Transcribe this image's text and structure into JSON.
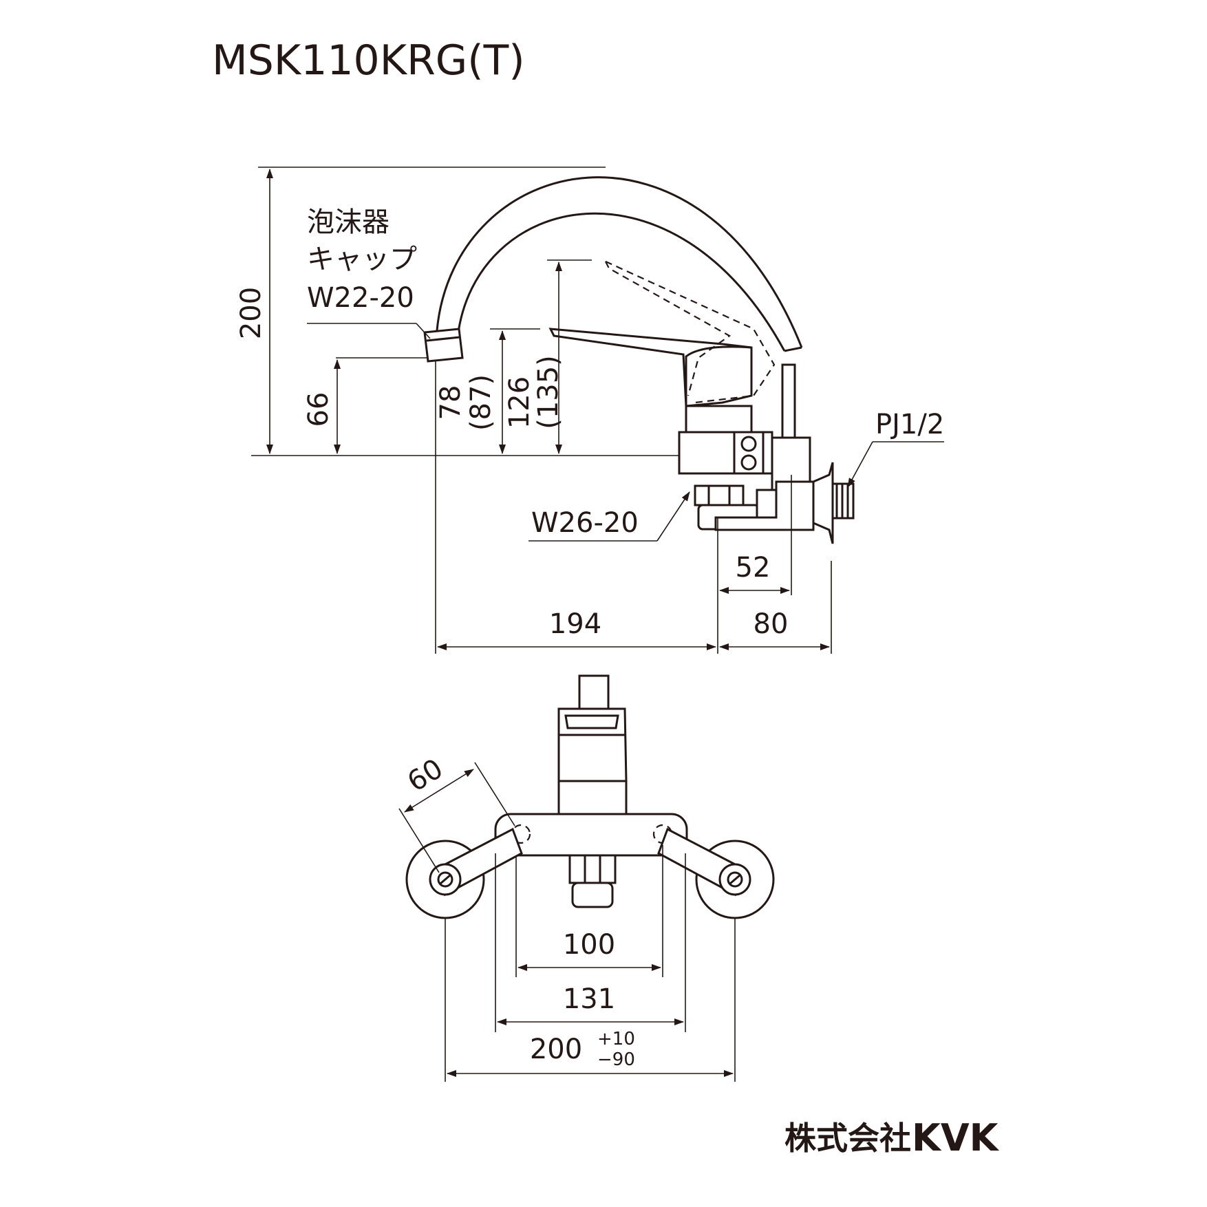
{
  "model": "MSK110KRG(T)",
  "company": "株式会社",
  "brand": "KVK",
  "callouts": {
    "aerator_line1": "泡沫器",
    "aerator_line2": "キャップ",
    "aerator_thread": "W22-20",
    "inlet_thread": "PJ1/2",
    "outlet_thread": "W26-20"
  },
  "side_dims": {
    "total_height": "200",
    "spout_height": "66",
    "lever_low": "78",
    "lever_low_open": "(87)",
    "lever_high": "126",
    "lever_high_open": "(135)",
    "reach": "194",
    "depth_inner": "52",
    "depth_total": "80"
  },
  "front_dims": {
    "angle_mount": "60",
    "hole_spacing": "100",
    "body_width": "131",
    "pitch": "200",
    "tol_plus": "+10",
    "tol_minus": "−90"
  }
}
